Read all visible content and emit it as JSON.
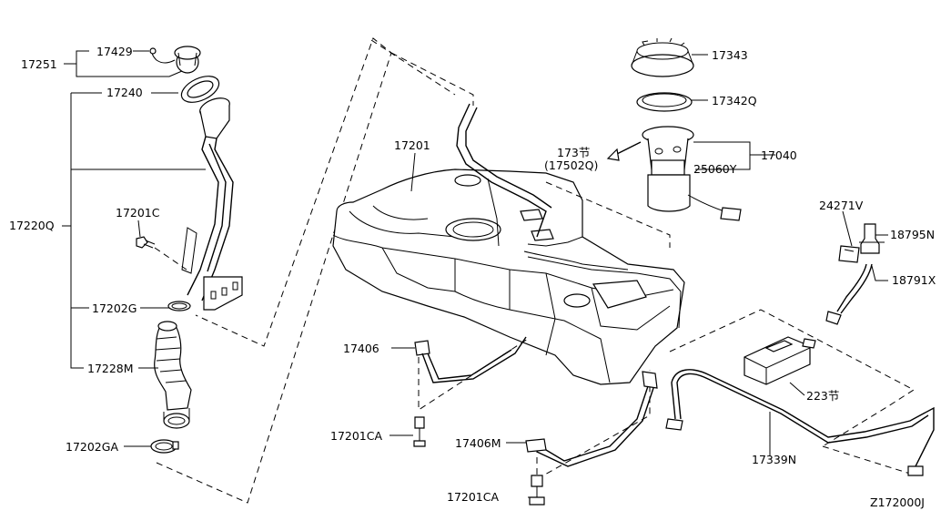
{
  "diagram": {
    "figure_id": "Z172000J",
    "callouts": {
      "p17429": "17429",
      "p17251": "17251",
      "p17240": "17240",
      "p17220Q": "17220Q",
      "p17201C": "17201C",
      "p17202G": "17202G",
      "p17228M": "17228M",
      "p17202GA": "17202GA",
      "p17201": "17201",
      "p173sec": "173节",
      "p17502Q": "(17502Q)",
      "p17343": "17343",
      "p17342Q": "17342Q",
      "p17040": "17040",
      "p25060Y": "25060Y",
      "p24271V": "24271V",
      "p18795N": "18795N",
      "p18791X": "18791X",
      "p17406": "17406",
      "p17201CA_a": "17201CA",
      "p17406M": "17406M",
      "p17201CA_b": "17201CA",
      "p223sec": "223节",
      "p17339N": "17339N"
    }
  }
}
